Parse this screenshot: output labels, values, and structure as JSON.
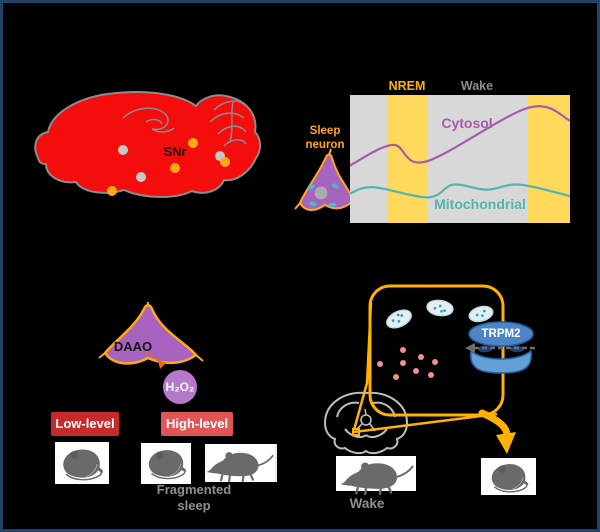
{
  "figure": {
    "brain_panel": {
      "region_label": "SNr"
    },
    "graph_panel": {
      "neuron_label": "Sleep neuron"
    },
    "daao_panel": {
      "enzyme_label": "DAAO",
      "molecule_label": "H₂O₂",
      "low_level_label": "Low-level",
      "high_level_label": "High-level",
      "fragmented_sleep_caption": "Fragmented sleep"
    },
    "cell_panel": {
      "channel_label": "TRPM2",
      "wake_caption": "Wake"
    },
    "colors": {
      "brain_red": "#F30D0D",
      "accent_orange": "#FFB300",
      "neuron_orange": "#FFA917",
      "nrem_band_yellow": "#FFD95C",
      "cytosol_purple": "#A55CAC",
      "mitochondrial_teal": "#56B4B0",
      "low_level_red": "#C62B2B",
      "high_level_red": "#E05656",
      "h2o2_purple": "#B678CA",
      "trpm2_blue": "#4C86C6",
      "border_navy": "#234469"
    }
  },
  "chart_data": {
    "type": "line",
    "title": "",
    "xlabel": "",
    "ylabel": "",
    "axes_hidden": true,
    "grid": false,
    "x_range": [
      0,
      10
    ],
    "y_range": [
      0,
      1
    ],
    "state_labels": [
      "NREM",
      "Wake"
    ],
    "nrem_bands_x": [
      [
        1.7,
        3.5
      ],
      [
        8.1,
        10
      ]
    ],
    "series": [
      {
        "name": "Cytosol",
        "color": "#A55CAC",
        "x": [
          0,
          1.95,
          3.45,
          8.1,
          10
        ],
        "values": [
          0.45,
          0.61,
          0.48,
          0.9,
          0.8
        ]
      },
      {
        "name": "Mitochondrial",
        "color": "#56B4B0",
        "x": [
          0,
          1.05,
          3.55,
          4.7,
          6.2,
          7.7,
          10
        ],
        "values": [
          0.23,
          0.28,
          0.2,
          0.3,
          0.26,
          0.3,
          0.21
        ]
      }
    ]
  }
}
